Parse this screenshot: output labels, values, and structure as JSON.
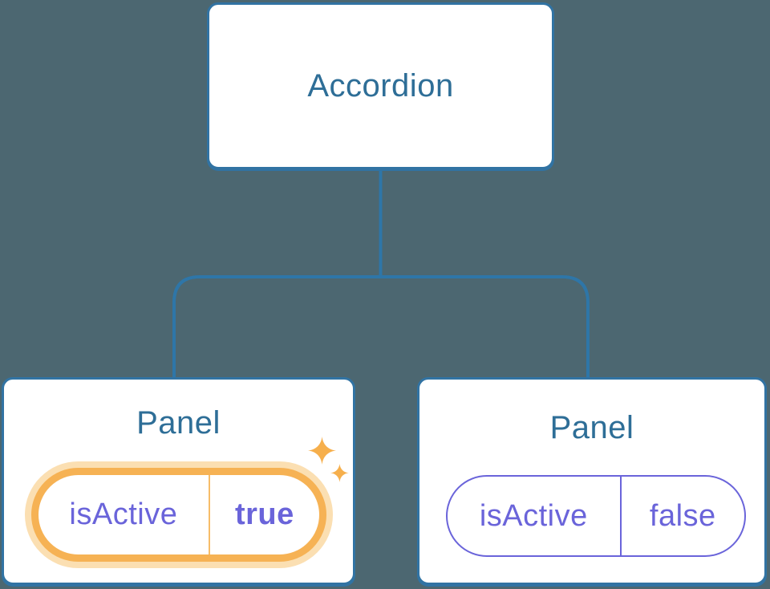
{
  "diagram": {
    "root": {
      "label": "Accordion"
    },
    "panels": [
      {
        "label": "Panel",
        "prop_name": "isActive",
        "prop_value": "true",
        "state": "active"
      },
      {
        "label": "Panel",
        "prop_name": "isActive",
        "prop_value": "false",
        "state": "inactive"
      }
    ]
  },
  "colors": {
    "background": "#4C6771",
    "node_fill": "#FFFFFF",
    "node_border": "#3173A3",
    "connector_line": "#2E76A8",
    "heading_text": "#2E6E97",
    "prop_text": "#6A64DA",
    "highlight_ring": "#F6B254",
    "highlight_halo": "#FBDFB2",
    "highlight_divider": "#F7BD69",
    "sparkle": "#F6AF4C"
  },
  "icons": {
    "sparkle_large": "sparkle-icon",
    "sparkle_small": "sparkle-icon"
  }
}
